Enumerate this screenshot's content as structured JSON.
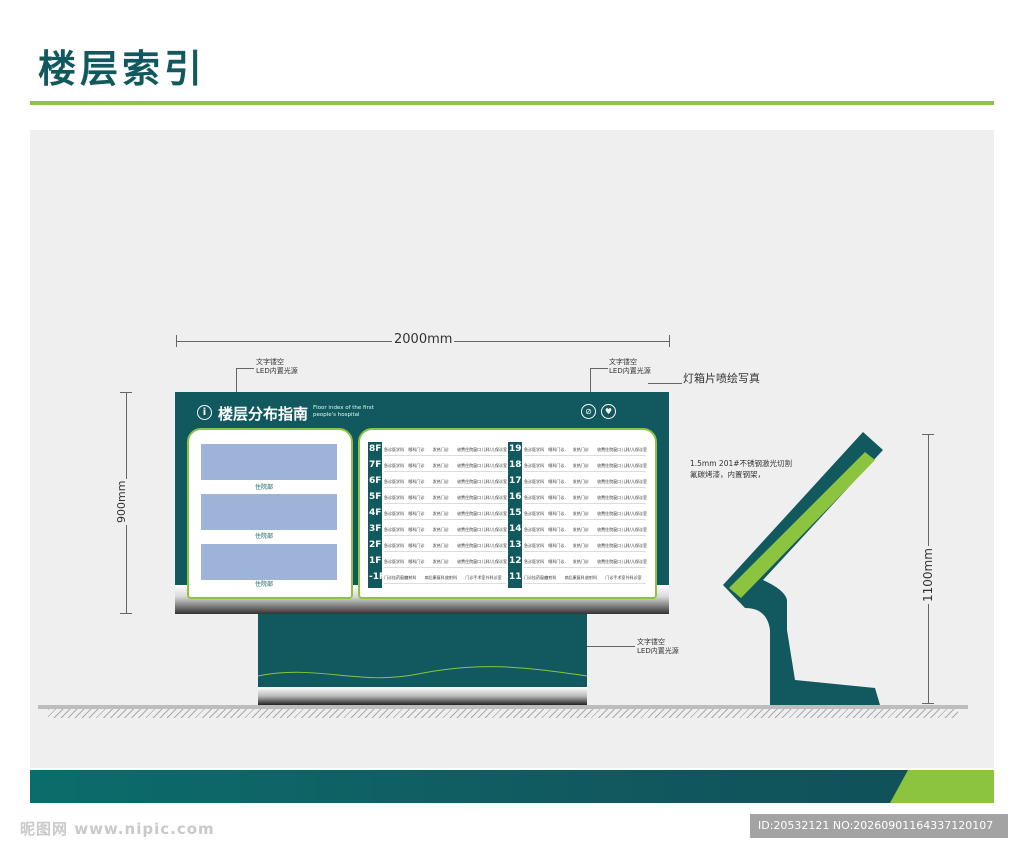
{
  "page": {
    "title": "楼层索引"
  },
  "diagram": {
    "width_dim": "2000mm",
    "height_left_dim": "900mm",
    "height_right_dim": "1100mm",
    "label_hollow_top_left": [
      "文字镂空",
      "LED内置光源"
    ],
    "label_hollow_top_right": [
      "文字镂空",
      "LED内置光源"
    ],
    "label_lightbox": "灯箱片喷绘写真",
    "label_material": [
      "1.5mm 201#不锈钢激光切割",
      "氟碳烤漆，内置钢架，"
    ],
    "label_hollow_bottom": [
      "文字镂空",
      "LED内置光源"
    ]
  },
  "board": {
    "title": "楼层分布指南",
    "subtitle": "Floor index of the first people's hospital",
    "plan_caption": "住院部",
    "left_floors": [
      "8F",
      "7F",
      "6F",
      "5F",
      "4F",
      "3F",
      "2F",
      "1F",
      "-1F"
    ],
    "right_floors": [
      "19F",
      "18F",
      "17F",
      "16F",
      "15F",
      "14F",
      "13F",
      "12F",
      "11F"
    ],
    "row_cells": [
      "急诊医学科",
      "眼科门诊",
      "发热门诊",
      "收费住院窗口",
      "儿科/儿保诊室"
    ],
    "last_row_cells": [
      "门诊挂药窗口",
      "放射科",
      "病后康复科",
      "放射科",
      "门诊手术室",
      "外科诊室"
    ]
  },
  "watermark": {
    "left": "昵图网 www.nipic.com",
    "right": "ID:20532121 NO:20260901164337120107"
  }
}
